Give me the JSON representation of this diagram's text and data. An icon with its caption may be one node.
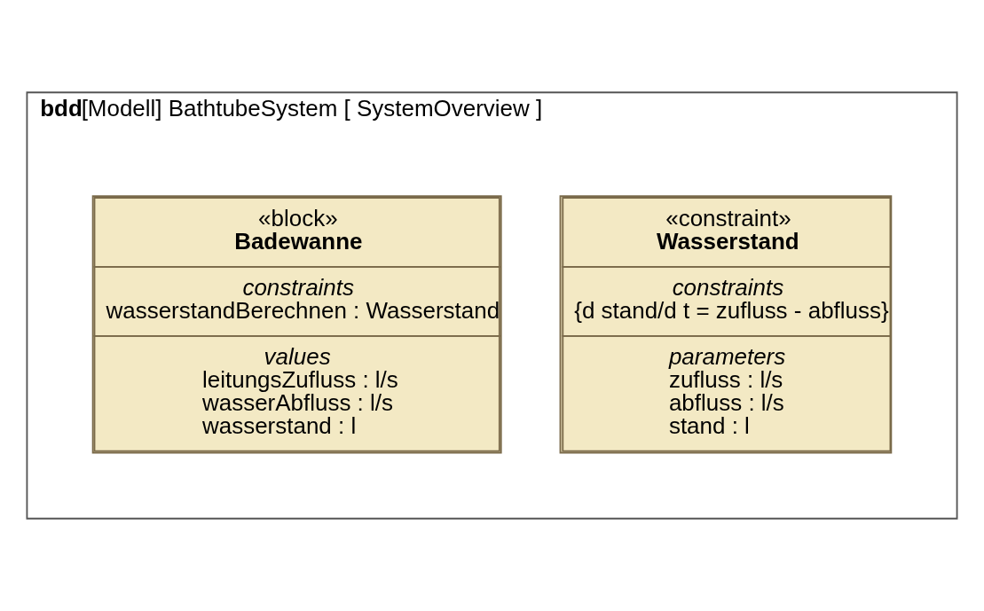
{
  "diagram": {
    "nodes": [
      {
        "text": [
          "bdd",
          "[Modell] BathtubeSystem [ SystemOverview ]"
        ]
      },
      {
        "text": [
          "«block»",
          "Badewanne",
          "constraints",
          "wasserstandBerechnen : Wasserstand",
          "values",
          "leitungsZufluss : l/s",
          "wasserAbfluss : l/s",
          "wasserstand : l"
        ],
        "in": 0
      },
      {
        "text": [
          "«constraint»",
          "Wasserstand",
          "constraints",
          "{d stand/d t = zufluss - abfluss}",
          "parameters",
          "zufluss : l/s",
          "abfluss : l/s",
          "stand : l"
        ],
        "in": 0
      }
    ],
    "edges": []
  }
}
